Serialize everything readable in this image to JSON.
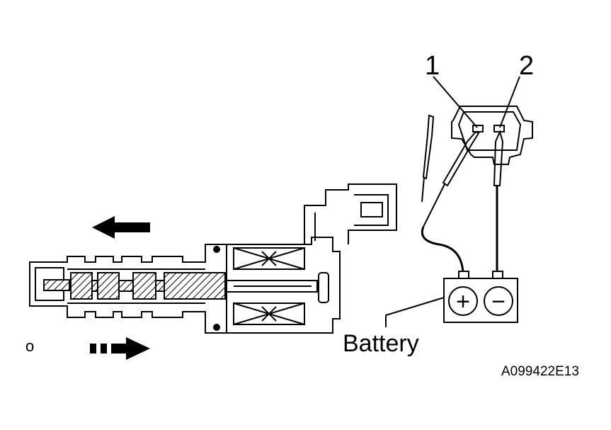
{
  "labels": {
    "pin_1": "1",
    "pin_2": "2",
    "battery": "Battery",
    "side_marker": "o",
    "figure_code": "A099422E13"
  },
  "battery_symbols": {
    "positive": "+",
    "negative": "−"
  },
  "icons": [
    "arrow-left-icon",
    "dashed-arrow-right-icon"
  ],
  "colors": {
    "ink": "#000000",
    "paper": "#ffffff"
  }
}
